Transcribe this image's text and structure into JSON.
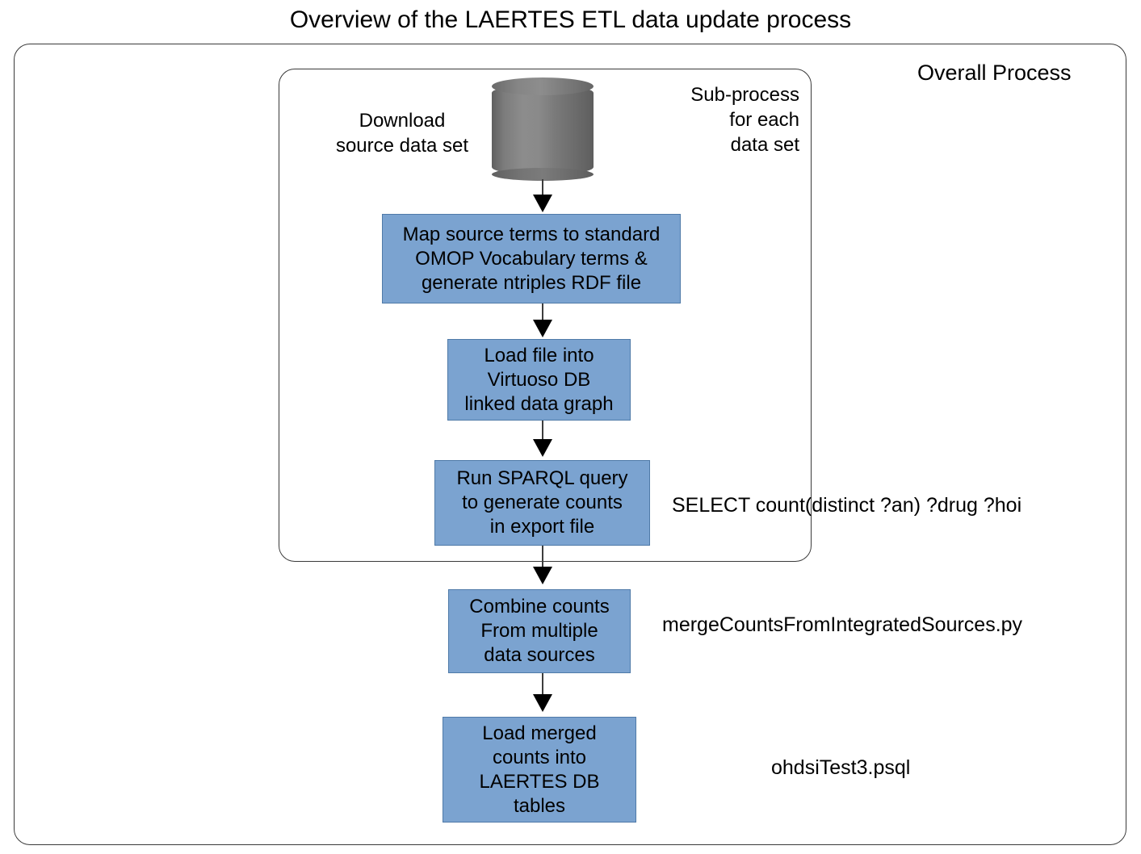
{
  "title": "Overview of the LAERTES ETL data update process",
  "containers": {
    "overall": {
      "label": "Overall Process"
    },
    "subprocess": {
      "label": "Sub-process\nfor each\ndata set"
    }
  },
  "labels": {
    "download": "Download\nsource data set"
  },
  "boxes": [
    {
      "id": "map",
      "text": "Map source terms to standard\nOMOP Vocabulary terms &\ngenerate ntriples RDF file"
    },
    {
      "id": "load-file",
      "text": "Load file into\nVirtuoso DB\nlinked data graph"
    },
    {
      "id": "sparql",
      "text": "Run SPARQL query\nto generate counts\nin export file"
    },
    {
      "id": "combine",
      "text": "Combine counts\nFrom multiple\ndata sources"
    },
    {
      "id": "load-merged",
      "text": "Load merged\ncounts into\nLAERTES DB\ntables"
    }
  ],
  "annotations": {
    "sparql": "SELECT count(distinct ?an) ?drug ?hoi",
    "merge": "mergeCountsFromIntegratedSources.py",
    "psql": "ohdsiTest3.psql"
  },
  "icons": {
    "database": "database-cylinder-icon"
  },
  "colors": {
    "box_fill": "#7BA3D0",
    "box_border": "#4f7aa8",
    "container_border": "#3a3a3a",
    "cylinder_gray_dark": "#5f5f5f",
    "cylinder_gray_light": "#8c8c8c",
    "text": "#000000",
    "background": "#ffffff"
  }
}
